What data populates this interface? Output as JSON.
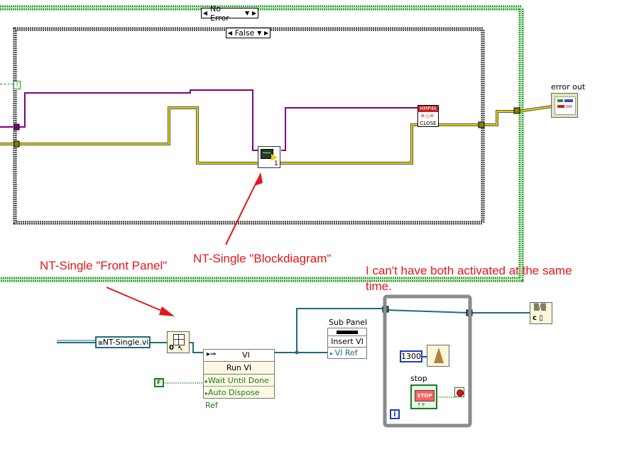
{
  "case_structures": {
    "outer_selector": "No Error",
    "inner_selector": "False"
  },
  "terminals": {
    "error_out_label": "error out",
    "close_node_top": "HMP4k",
    "close_node_bottom": "CLOSE",
    "tunnel_q": "?",
    "index_badge": "1"
  },
  "lower_diagram": {
    "vi_path_constant": "NT-Single.vi",
    "invoke_node_class": "VI",
    "invoke_node_method": "Run VI",
    "wait_until_done": "Wait Until Done",
    "auto_dispose_ref": "Auto Dispose Ref",
    "false_constant": "F",
    "subpanel_label": "Sub Panel",
    "subpanel_method": "Insert VI",
    "subpanel_param": "VI Ref",
    "wait_ms_constant": "1300",
    "stop_label": "stop",
    "stop_button_text": "STOP",
    "stop_tf": "T F",
    "loop_iteration": "i",
    "open_ref_glyph": "0"
  },
  "annotations": {
    "front_panel": "NT-Single \"Front Panel\"",
    "block_diagram": "NT-Single \"Blockdiagram\"",
    "note_line1": "I can't have both activated at the same",
    "note_line2": "time."
  },
  "colors": {
    "case_border_green": "#33aa33",
    "inner_case_border": "#333333",
    "error_wire": "#c4b400",
    "reference_wire": "#800080",
    "ref_wire_teal": "#1a6e7d",
    "annotation_red": "#e8141c",
    "while_loop_gray": "#8a8a8a"
  }
}
